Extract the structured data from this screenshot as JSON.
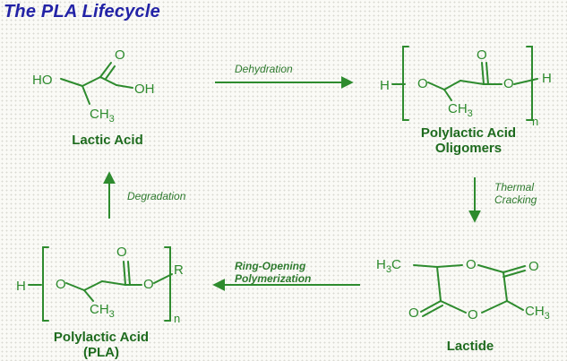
{
  "title": "The PLA Lifecycle",
  "nodes": {
    "lactic_acid": {
      "name": "Lactic Acid",
      "ho": "HO",
      "o": "O",
      "oh": "OH",
      "ch3": "CH",
      "ch3_sub": "3"
    },
    "oligomers": {
      "name_line1": "Polylactic Acid",
      "name_line2": "Oligomers",
      "h_left": "H",
      "o_ring": "O",
      "o_top": "O",
      "o_right": "O",
      "h_right": "H",
      "ch3": "CH",
      "ch3_sub": "3",
      "n": "n"
    },
    "lactide": {
      "name": "Lactide",
      "h3c": "H",
      "h3c_sub": "3",
      "h3c_c": "C",
      "o_top": "O",
      "o_right": "O",
      "o_left": "O",
      "o_bottom": "O",
      "ch3": "CH",
      "ch3_sub": "3"
    },
    "pla": {
      "name_line1": "Polylactic Acid",
      "name_line2": "(PLA)",
      "h": "H",
      "o_left": "O",
      "o_top": "O",
      "o_right": "O",
      "r": "R",
      "ch3": "CH",
      "ch3_sub": "3",
      "n": "n"
    }
  },
  "steps": {
    "dehydration": "Dehydration",
    "thermal_cracking_line1": "Thermal",
    "thermal_cracking_line2": "Cracking",
    "ring_opening_line1": "Ring-Opening",
    "ring_opening_line2": "Polymerization",
    "degradation": "Degradation"
  },
  "colors": {
    "title": "#2323a6",
    "structure": "#2e8b2e",
    "caption": "#1e6b1e",
    "arrow": "#2e8b2e"
  }
}
